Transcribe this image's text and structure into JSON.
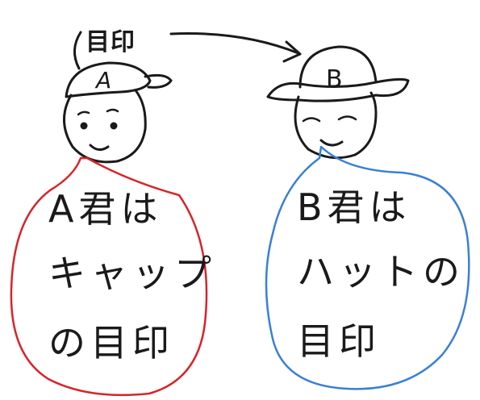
{
  "marker_label": "目印",
  "person_a": {
    "hat_letter": "A",
    "hat_type": "cap",
    "bubble_color": "#d8232a",
    "bubble_lines": [
      "A君は",
      "キャップ",
      "の目印"
    ]
  },
  "person_b": {
    "hat_letter": "B",
    "hat_type": "brimmed-hat",
    "bubble_color": "#3a7fd6",
    "bubble_lines": [
      "B君は",
      "ハットの",
      "目印"
    ]
  },
  "arrow": {
    "from": "marker_label",
    "to": "person_b"
  }
}
